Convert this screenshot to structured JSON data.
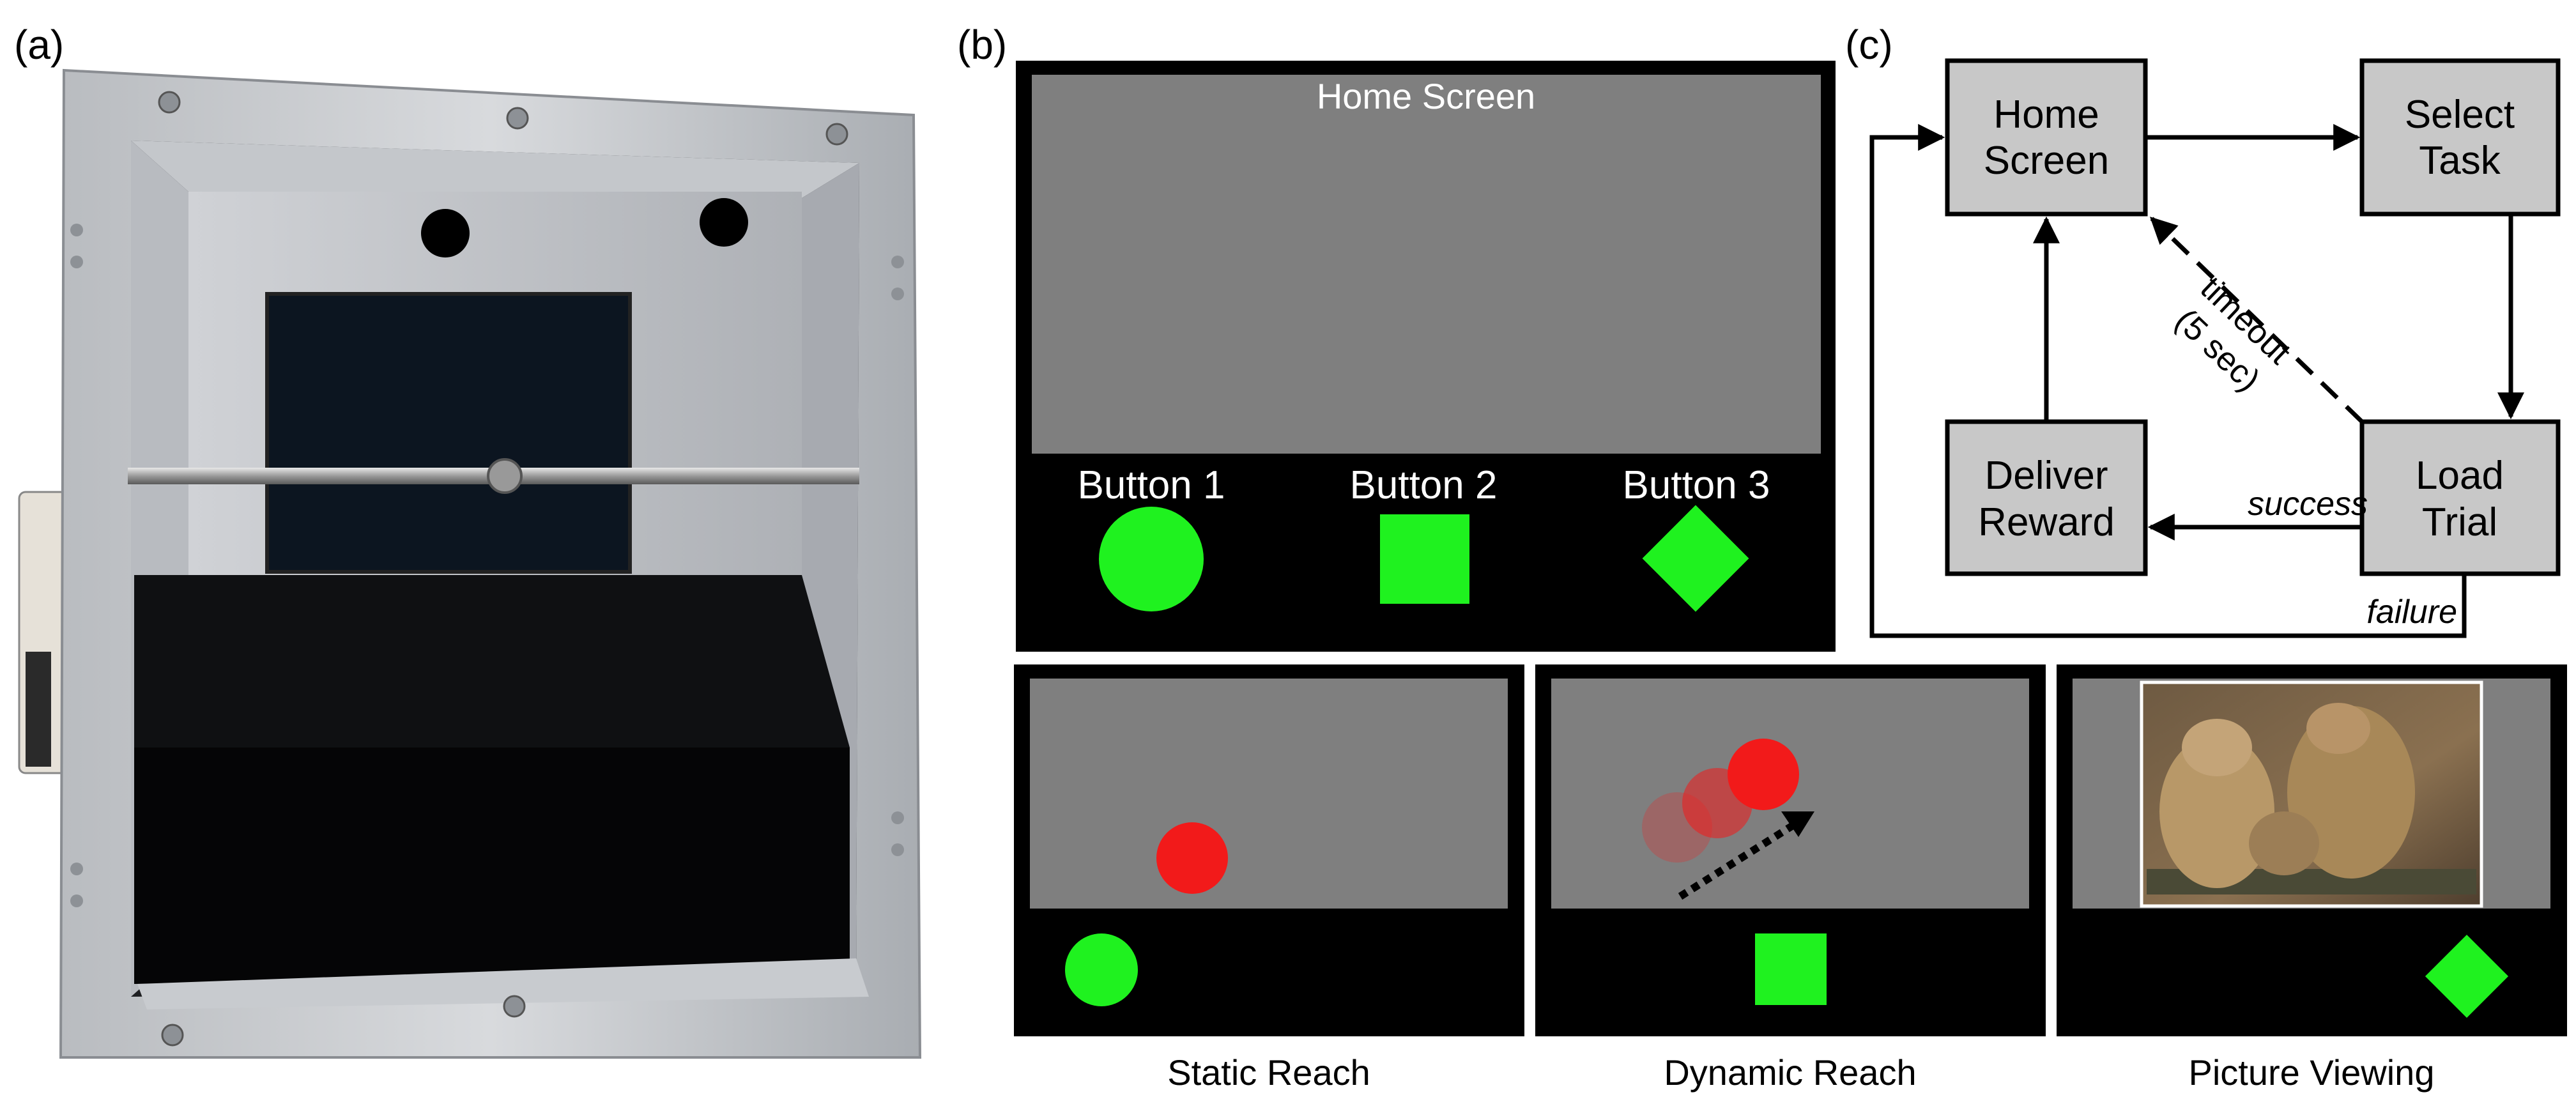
{
  "panels": {
    "a": {
      "label": "(a)"
    },
    "b": {
      "label": "(b)",
      "home_screen_title": "Home Screen",
      "buttons": [
        {
          "label": "Button 1",
          "shape": "green-circle-icon"
        },
        {
          "label": "Button 2",
          "shape": "green-square-icon"
        },
        {
          "label": "Button  3",
          "shape": "green-diamond-icon"
        }
      ],
      "tasks": [
        {
          "caption": "Static Reach"
        },
        {
          "caption": "Dynamic Reach"
        },
        {
          "caption": "Picture Viewing"
        }
      ]
    },
    "c": {
      "label": "(c)",
      "nodes": {
        "home": [
          "Home",
          "Screen"
        ],
        "select": [
          "Select",
          "Task"
        ],
        "deliver": [
          "Deliver",
          "Reward"
        ],
        "load": [
          "Load",
          "Trial"
        ]
      },
      "edges": {
        "success": "success",
        "failure": "failure",
        "timeout": [
          "timeout",
          "(5 sec)"
        ]
      }
    }
  },
  "colors": {
    "screen_gray": "#7f7f7f",
    "target_green": "#1ff21f",
    "target_red": "#f21a1a",
    "node_fill": "#c8c8c8"
  }
}
